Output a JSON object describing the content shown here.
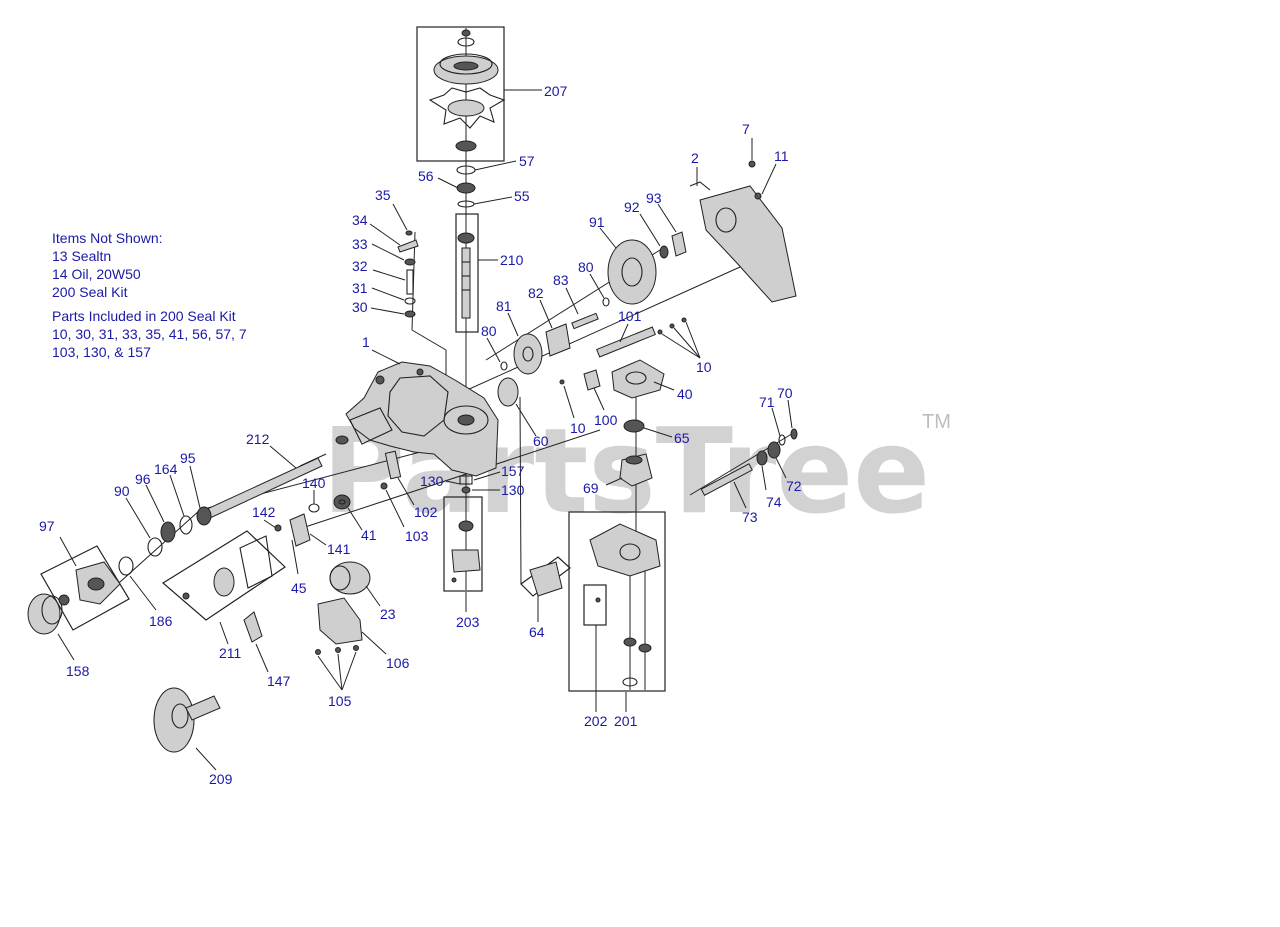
{
  "notes": {
    "items_not_shown_title": "Items Not Shown:",
    "items_not_shown": [
      "13 Sealtn",
      "14 Oil, 20W50",
      "200 Seal Kit"
    ],
    "seal_kit_title": "Parts Included in 200 Seal Kit",
    "seal_kit_lines": [
      "10, 30, 31, 33, 35, 41, 56, 57, 7",
      "103, 130, & 157"
    ]
  },
  "watermark": {
    "text": "PartsTree",
    "tm": "TM"
  },
  "callouts": [
    {
      "id": "c207",
      "text": "207"
    },
    {
      "id": "c57",
      "text": "57"
    },
    {
      "id": "c56",
      "text": "56"
    },
    {
      "id": "c55",
      "text": "55"
    },
    {
      "id": "c7",
      "text": "7"
    },
    {
      "id": "c2",
      "text": "2"
    },
    {
      "id": "c11",
      "text": "11"
    },
    {
      "id": "c35",
      "text": "35"
    },
    {
      "id": "c34",
      "text": "34"
    },
    {
      "id": "c33",
      "text": "33"
    },
    {
      "id": "c32",
      "text": "32"
    },
    {
      "id": "c31",
      "text": "31"
    },
    {
      "id": "c30",
      "text": "30"
    },
    {
      "id": "c210",
      "text": "210"
    },
    {
      "id": "c91",
      "text": "91"
    },
    {
      "id": "c92",
      "text": "92"
    },
    {
      "id": "c93",
      "text": "93"
    },
    {
      "id": "c83",
      "text": "83"
    },
    {
      "id": "c80a",
      "text": "80"
    },
    {
      "id": "c82",
      "text": "82"
    },
    {
      "id": "c81",
      "text": "81"
    },
    {
      "id": "c80b",
      "text": "80"
    },
    {
      "id": "c101",
      "text": "101"
    },
    {
      "id": "c10a",
      "text": "10"
    },
    {
      "id": "c1",
      "text": "1"
    },
    {
      "id": "c40",
      "text": "40"
    },
    {
      "id": "c100",
      "text": "100"
    },
    {
      "id": "c10b",
      "text": "10"
    },
    {
      "id": "c60",
      "text": "60"
    },
    {
      "id": "c65",
      "text": "65"
    },
    {
      "id": "c71",
      "text": "71"
    },
    {
      "id": "c70",
      "text": "70"
    },
    {
      "id": "c212",
      "text": "212"
    },
    {
      "id": "c157",
      "text": "157"
    },
    {
      "id": "c130a",
      "text": "130"
    },
    {
      "id": "c130b",
      "text": "130"
    },
    {
      "id": "c69",
      "text": "69"
    },
    {
      "id": "c72",
      "text": "72"
    },
    {
      "id": "c74",
      "text": "74"
    },
    {
      "id": "c73",
      "text": "73"
    },
    {
      "id": "c95",
      "text": "95"
    },
    {
      "id": "c164",
      "text": "164"
    },
    {
      "id": "c96",
      "text": "96"
    },
    {
      "id": "c90",
      "text": "90"
    },
    {
      "id": "c140",
      "text": "140"
    },
    {
      "id": "c102",
      "text": "102"
    },
    {
      "id": "c142",
      "text": "142"
    },
    {
      "id": "c41",
      "text": "41"
    },
    {
      "id": "c103",
      "text": "103"
    },
    {
      "id": "c141",
      "text": "141"
    },
    {
      "id": "c97",
      "text": "97"
    },
    {
      "id": "c45",
      "text": "45"
    },
    {
      "id": "c23",
      "text": "23"
    },
    {
      "id": "c186",
      "text": "186"
    },
    {
      "id": "c203",
      "text": "203"
    },
    {
      "id": "c64",
      "text": "64"
    },
    {
      "id": "c211",
      "text": "211"
    },
    {
      "id": "c158",
      "text": "158"
    },
    {
      "id": "c106",
      "text": "106"
    },
    {
      "id": "c147",
      "text": "147"
    },
    {
      "id": "c105",
      "text": "105"
    },
    {
      "id": "c202",
      "text": "202"
    },
    {
      "id": "c201",
      "text": "201"
    },
    {
      "id": "c209",
      "text": "209"
    }
  ]
}
